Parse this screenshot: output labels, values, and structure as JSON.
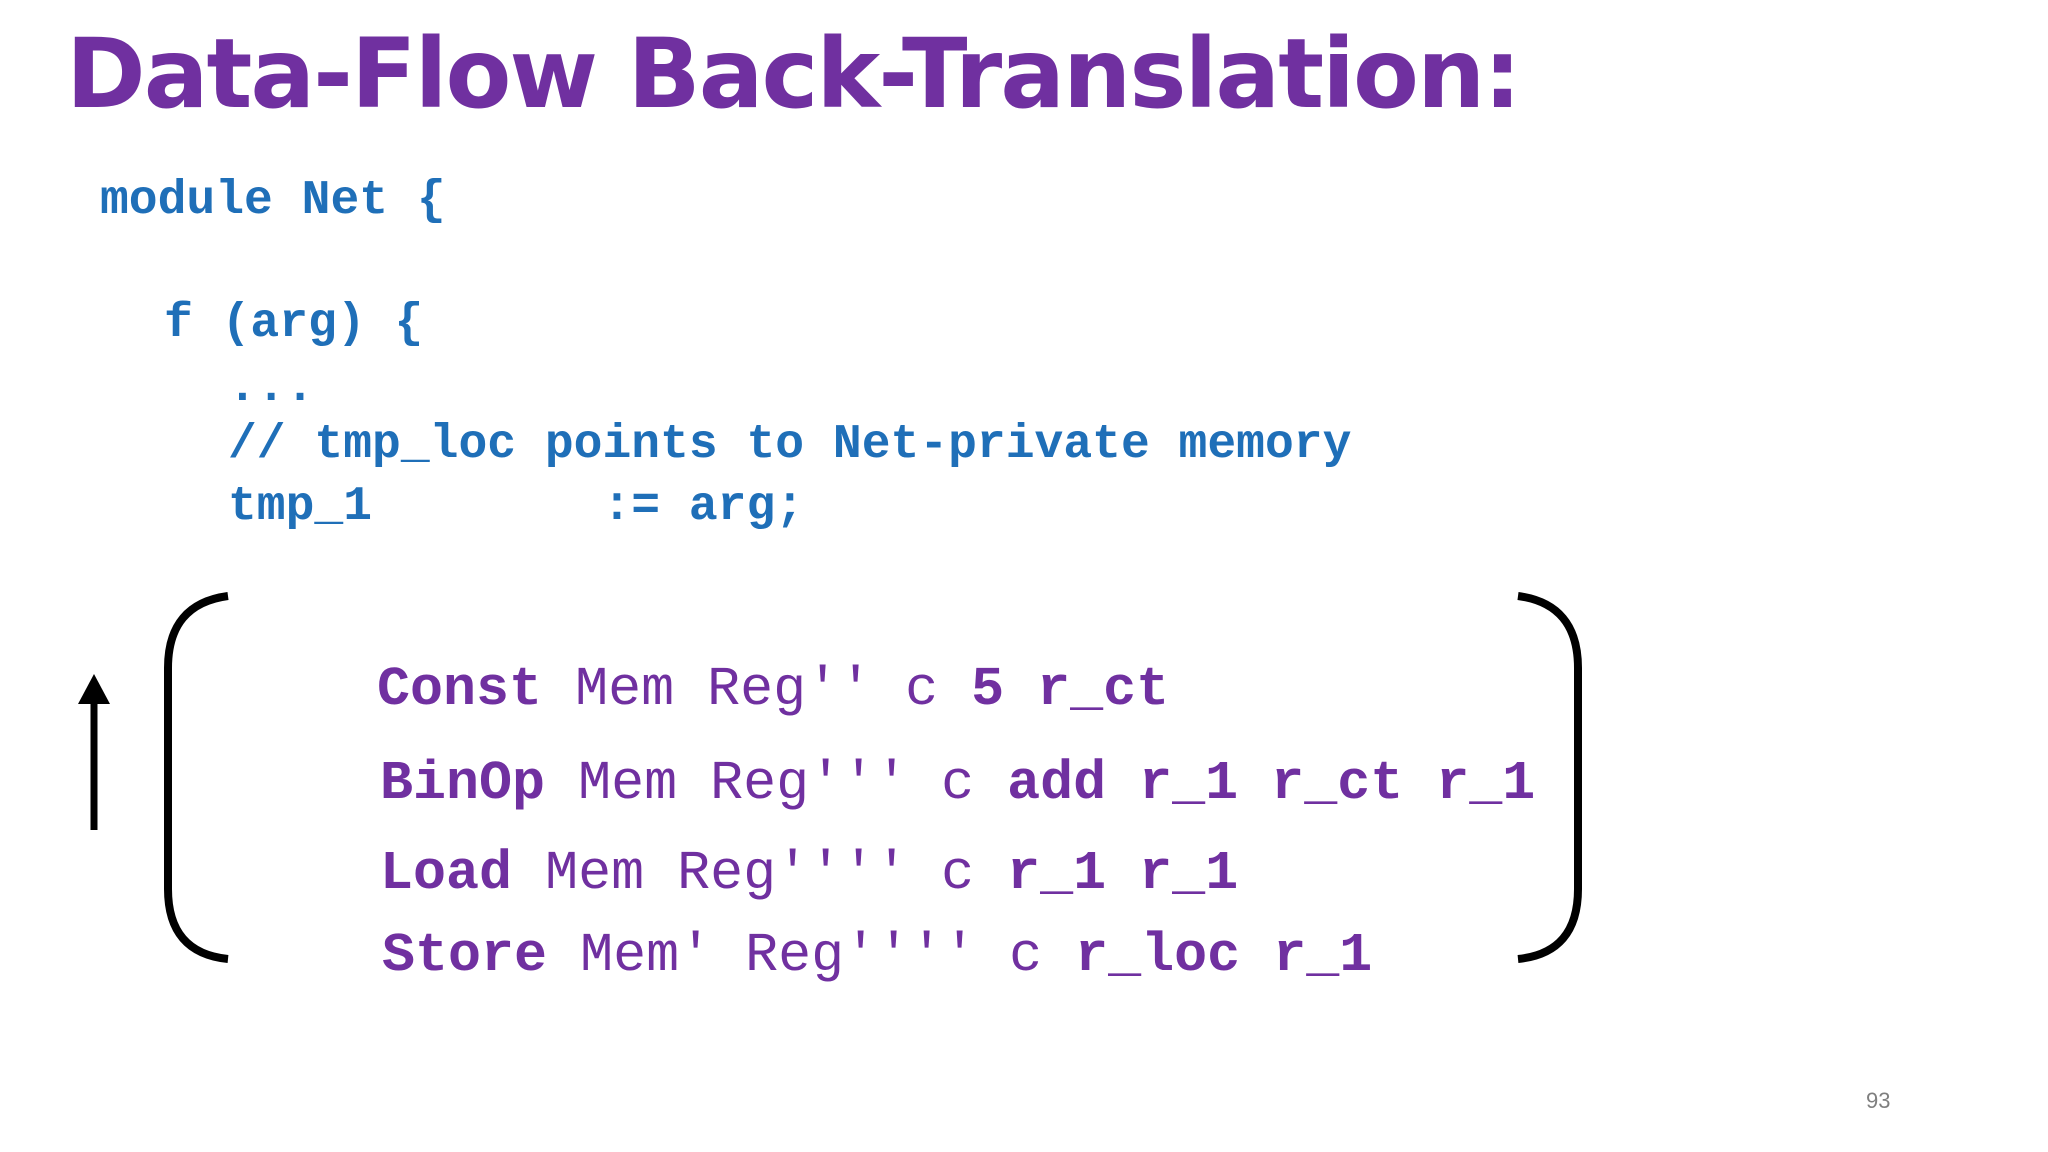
{
  "slide": {
    "title": "Data-Flow Back-Translation:",
    "page_number": "93"
  },
  "code": {
    "lines": [
      "module Net {",
      "f (arg) {",
      "...",
      "// tmp_loc points to Net-private memory",
      "tmp_1        := arg;"
    ]
  },
  "ir": {
    "lines": [
      {
        "op": "Const",
        "state": " Mem Reg'' c ",
        "args": "5 r_ct"
      },
      {
        "op": "BinOp",
        "state": " Mem Reg''' c ",
        "args": "add r_1 r_ct r_1"
      },
      {
        "op": "Load",
        "state": " Mem Reg'''' c ",
        "args": "r_1 r_1"
      },
      {
        "op": "Store",
        "state": " Mem' Reg'''' c ",
        "args": "r_loc r_1"
      }
    ]
  },
  "colors": {
    "title": "#7030a0",
    "code": "#1f6fb8",
    "ir": "#7030a0",
    "bracket": "#000000"
  },
  "icons": [
    "up-arrow-icon",
    "left-bracket",
    "right-bracket"
  ]
}
